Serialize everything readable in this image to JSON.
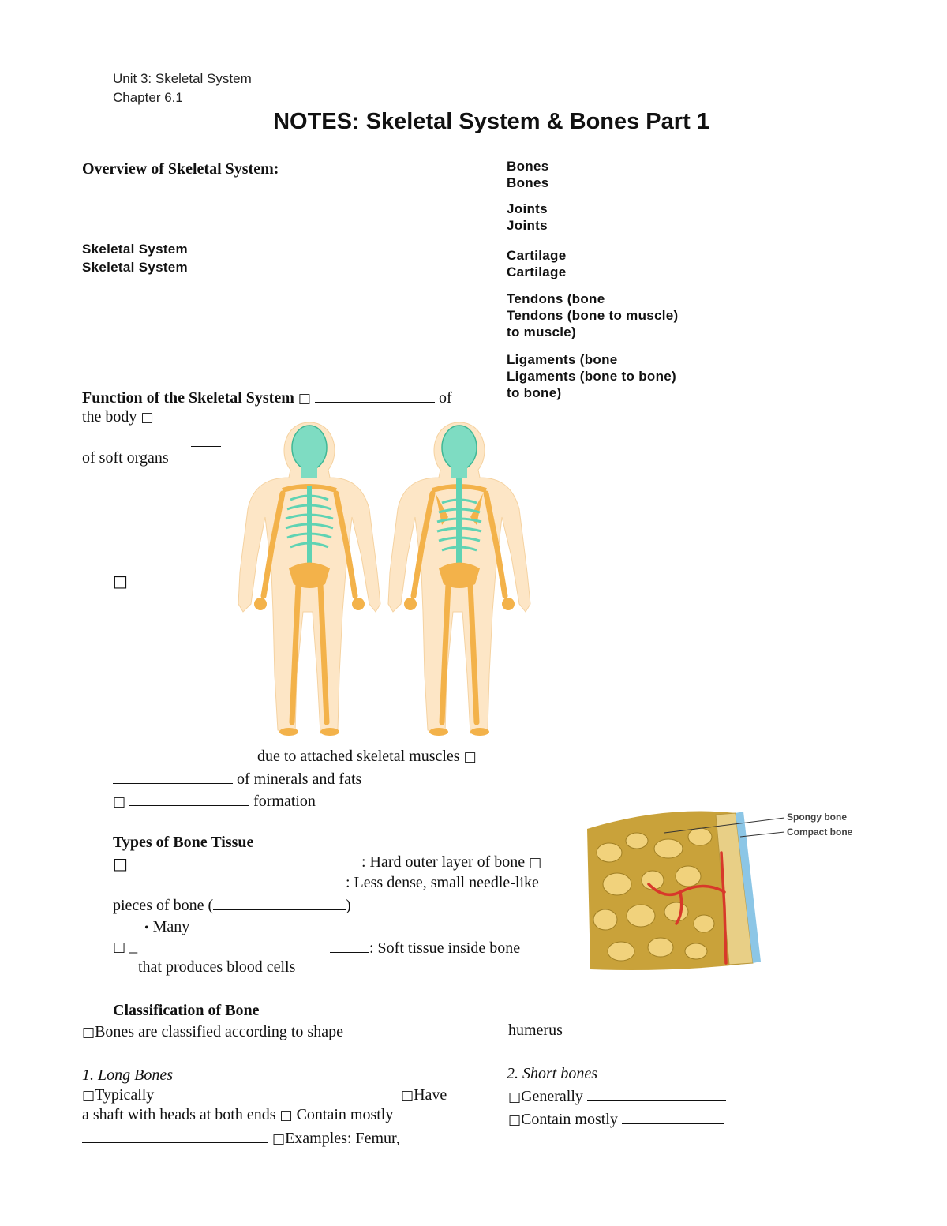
{
  "header": {
    "unit": "Unit 3: Skeletal System",
    "chapter": "Chapter 6.1",
    "title": "NOTES: Skeletal System & Bones Part 1"
  },
  "overview": {
    "heading": "Overview of Skeletal System:",
    "skeletal_system_1": "Skeletal System",
    "skeletal_system_2": "Skeletal System"
  },
  "terms": [
    {
      "line1": "Bones",
      "line2": "Bones",
      "line3": ""
    },
    {
      "line1": "Joints",
      "line2": "Joints",
      "line3": ""
    },
    {
      "line1": "Cartilage",
      "line2": "Cartilage",
      "line3": ""
    },
    {
      "line1": "Tendons (bone",
      "line2": "Tendons (bone  to muscle)",
      "line3": "to muscle)"
    },
    {
      "line1": "Ligaments (bone",
      "line2": "Ligaments (bone  to bone)",
      "line3": "to bone)"
    }
  ],
  "function": {
    "heading": "Function of the Skeletal System",
    "box": "",
    "of": "of",
    "the_body": "the body",
    "soft_organs": "of soft organs",
    "movement": "due to attached skeletal muscles",
    "minerals": "of minerals and fats",
    "formation": "formation"
  },
  "tissue": {
    "heading": "Types of Bone Tissue",
    "compact": ": Hard outer layer of bone",
    "spongy": ": Less dense, small needle-like",
    "pieces": "pieces of bone (",
    "close_paren": ")",
    "many": "Many",
    "marrow_dash": "_",
    "marrow": ": Soft tissue inside bone",
    "marrow2": "that produces blood cells",
    "label_spongy": "Spongy bone",
    "label_compact": "Compact bone"
  },
  "classification": {
    "heading": "Classification of Bone",
    "intro": "Bones are classified according to shape",
    "humerus": "humerus",
    "long_heading": "1. Long Bones",
    "long_typically": "Typically",
    "long_have": "Have",
    "long_shaft": "a shaft with heads at both ends",
    "long_contain": "Contain mostly",
    "long_examples": "Examples: Femur,",
    "short_heading": "2. Short bones",
    "short_generally": "Generally",
    "short_contain": "Contain mostly"
  },
  "colors": {
    "bone": "#f3b24a",
    "axial": "#5fd3b3",
    "spongy": "#d8b44a",
    "vessel": "#d8382a",
    "compact_edge": "#8cc6e6"
  }
}
